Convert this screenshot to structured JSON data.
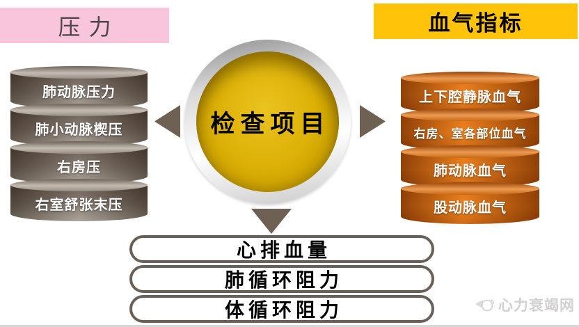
{
  "banners": {
    "pressure": "压力",
    "blood_gas": "血气指标"
  },
  "center": {
    "title": "检查项目"
  },
  "pressure_stack": [
    "肺动脉压力",
    "肺小动脉楔压",
    "右房压",
    "右室舒张末压"
  ],
  "blood_gas_stack": [
    "上下腔静脉血气",
    "右房、室各部位血气",
    "肺动脉血气",
    "股动脉血气"
  ],
  "outputs": [
    "心排血量",
    "肺循环阻力",
    "体循环阻力"
  ],
  "watermark": {
    "label": "心力衰竭网"
  },
  "colors": {
    "banner_pink": "#F8C5DD",
    "banner_yellow": "#FFC409",
    "cylinder_brown": "#7D7167",
    "cylinder_orange": "#E2700D",
    "center_gold": "#DDB106",
    "arrow_brown": "#6F6054",
    "outline_gray": "#6B6058"
  }
}
